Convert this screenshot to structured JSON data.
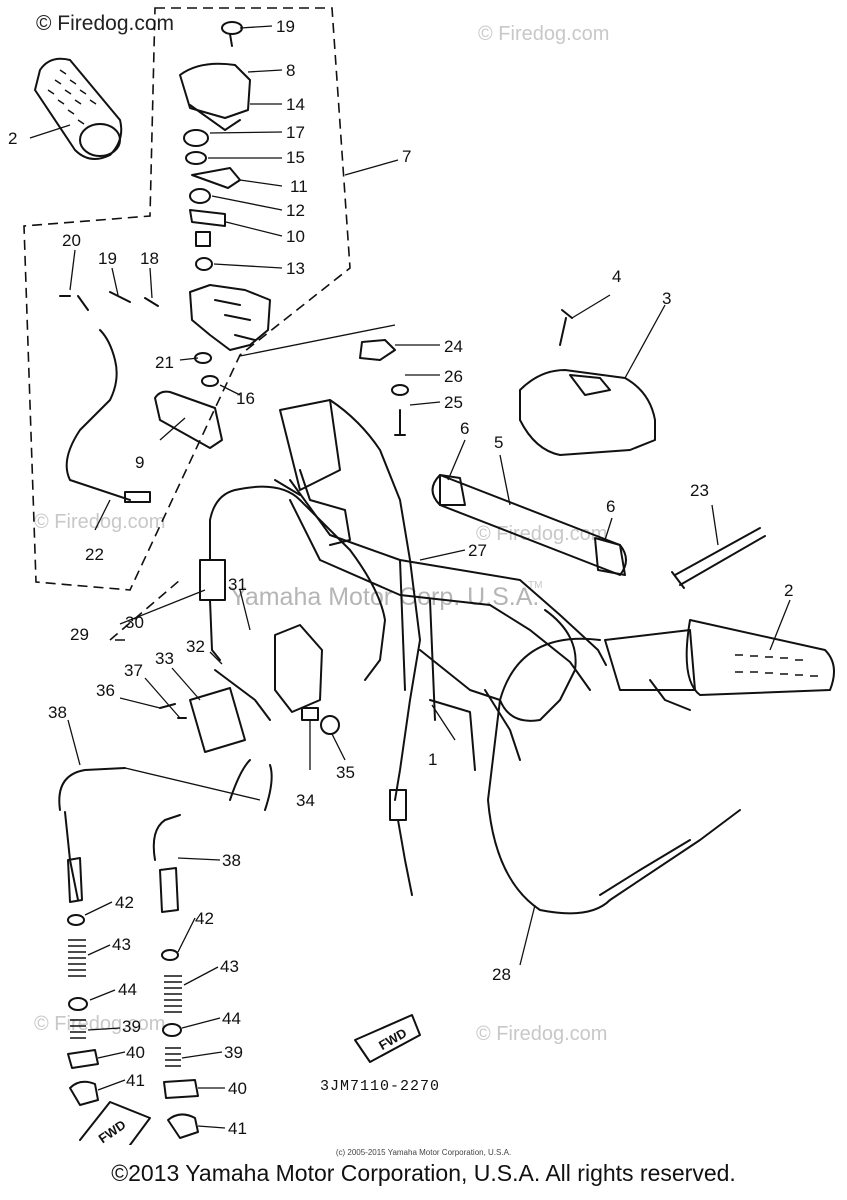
{
  "watermarks": [
    "© Firedog.com",
    "© Firedog.com",
    "© Firedog.com",
    "© Firedog.com",
    "© Firedog.com",
    "© Firedog.com"
  ],
  "center_watermark": "Yamaha Motor Corp. U.S.A.",
  "trademark": "TM",
  "labels": {
    "p1": "1",
    "p2a": "2",
    "p2b": "2",
    "p3": "3",
    "p4": "4",
    "p5": "5",
    "p6a": "6",
    "p6b": "6",
    "p7": "7",
    "p8": "8",
    "p9": "9",
    "p10": "10",
    "p11": "11",
    "p12": "12",
    "p13": "13",
    "p14": "14",
    "p15": "15",
    "p16": "16",
    "p17": "17",
    "p18": "18",
    "p19a": "19",
    "p19b": "19",
    "p20": "20",
    "p21": "21",
    "p22": "22",
    "p23": "23",
    "p24": "24",
    "p25": "25",
    "p26": "26",
    "p27": "27",
    "p28": "28",
    "p29": "29",
    "p30": "30",
    "p31": "31",
    "p32": "32",
    "p33": "33",
    "p34": "34",
    "p35": "35",
    "p36": "36",
    "p37": "37",
    "p38a": "38",
    "p38b": "38",
    "p39a": "39",
    "p39b": "39",
    "p40a": "40",
    "p40b": "40",
    "p41a": "41",
    "p41b": "41",
    "p42a": "42",
    "p42b": "42",
    "p43a": "43",
    "p43b": "43",
    "p44a": "44",
    "p44b": "44"
  },
  "fwd_marks": [
    "FWD",
    "FWD"
  ],
  "diagram_code": "3JM7110-2270",
  "small_copyright": "(c) 2005-2015 Yamaha Motor Corporation, U.S.A.",
  "footer": "©2013 Yamaha Motor Corporation, U.S.A. All rights reserved."
}
